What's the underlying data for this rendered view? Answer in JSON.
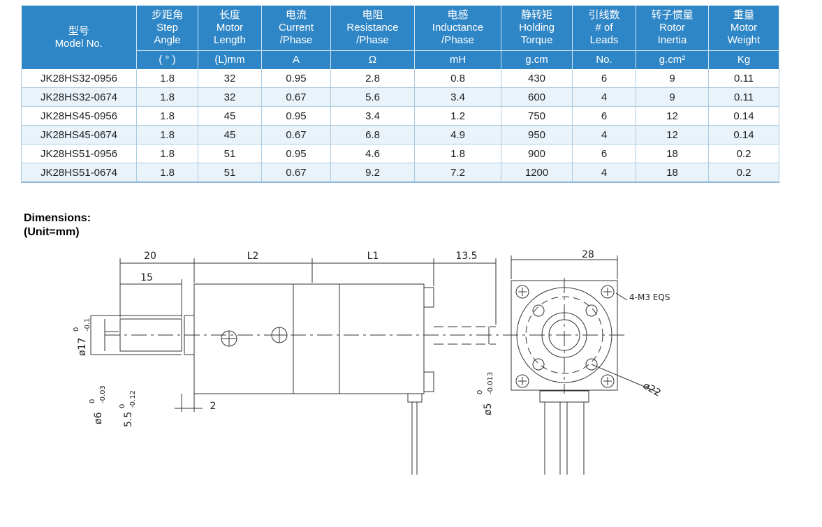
{
  "table": {
    "headers": [
      {
        "zh": "型号",
        "en1": "Model No.",
        "en2": "",
        "unit": ""
      },
      {
        "zh": "步距角",
        "en1": "Step",
        "en2": "Angle",
        "unit": "( ° )"
      },
      {
        "zh": "长度",
        "en1": "Motor",
        "en2": "Length",
        "unit": "(L)mm"
      },
      {
        "zh": "电流",
        "en1": "Current",
        "en2": "/Phase",
        "unit": "A"
      },
      {
        "zh": "电阻",
        "en1": "Resistance",
        "en2": "/Phase",
        "unit": "Ω"
      },
      {
        "zh": "电感",
        "en1": "Inductance",
        "en2": "/Phase",
        "unit": "mH"
      },
      {
        "zh": "静转矩",
        "en1": "Holding",
        "en2": "Torque",
        "unit": "g.cm"
      },
      {
        "zh": "引线数",
        "en1": "# of",
        "en2": "Leads",
        "unit": "No."
      },
      {
        "zh": "转子惯量",
        "en1": "Rotor",
        "en2": "Inertia",
        "unit": "g.cm²"
      },
      {
        "zh": "重量",
        "en1": "Motor",
        "en2": "Weight",
        "unit": "Kg"
      }
    ],
    "rows": [
      [
        "JK28HS32-0956",
        "1.8",
        "32",
        "0.95",
        "2.8",
        "0.8",
        "430",
        "6",
        "9",
        "0.11"
      ],
      [
        "JK28HS32-0674",
        "1.8",
        "32",
        "0.67",
        "5.6",
        "3.4",
        "600",
        "4",
        "9",
        "0.11"
      ],
      [
        "JK28HS45-0956",
        "1.8",
        "45",
        "0.95",
        "3.4",
        "1.2",
        "750",
        "6",
        "12",
        "0.14"
      ],
      [
        "JK28HS45-0674",
        "1.8",
        "45",
        "0.67",
        "6.8",
        "4.9",
        "950",
        "4",
        "12",
        "0.14"
      ],
      [
        "JK28HS51-0956",
        "1.8",
        "51",
        "0.95",
        "4.6",
        "1.8",
        "900",
        "6",
        "18",
        "0.2"
      ],
      [
        "JK28HS51-0674",
        "1.8",
        "51",
        "0.67",
        "9.2",
        "7.2",
        "1200",
        "4",
        "18",
        "0.2"
      ]
    ]
  },
  "dimensions": {
    "title": "Dimensions:",
    "unit": "(Unit=mm)",
    "labels": {
      "shaft_length": "20",
      "flat_length": "15",
      "l2": "L2",
      "l1": "L1",
      "rear_shaft": "13.5",
      "square": "28",
      "screws": "4-M3 EQS",
      "bolt_circle": "ø22",
      "pilot_dia": "ø17",
      "pilot_tol_upper": "0",
      "pilot_tol_lower": "-0.1",
      "shaft_dia": "ø6",
      "shaft_tol_upper": "0",
      "shaft_tol_lower": "-0.03",
      "flat_dia": "5.5",
      "flat_tol_upper": "0",
      "flat_tol_lower": "-0.12",
      "pilot_depth": "2",
      "rear_dia": "ø5",
      "rear_tol_upper": "0",
      "rear_tol_lower": "-0.013"
    }
  }
}
